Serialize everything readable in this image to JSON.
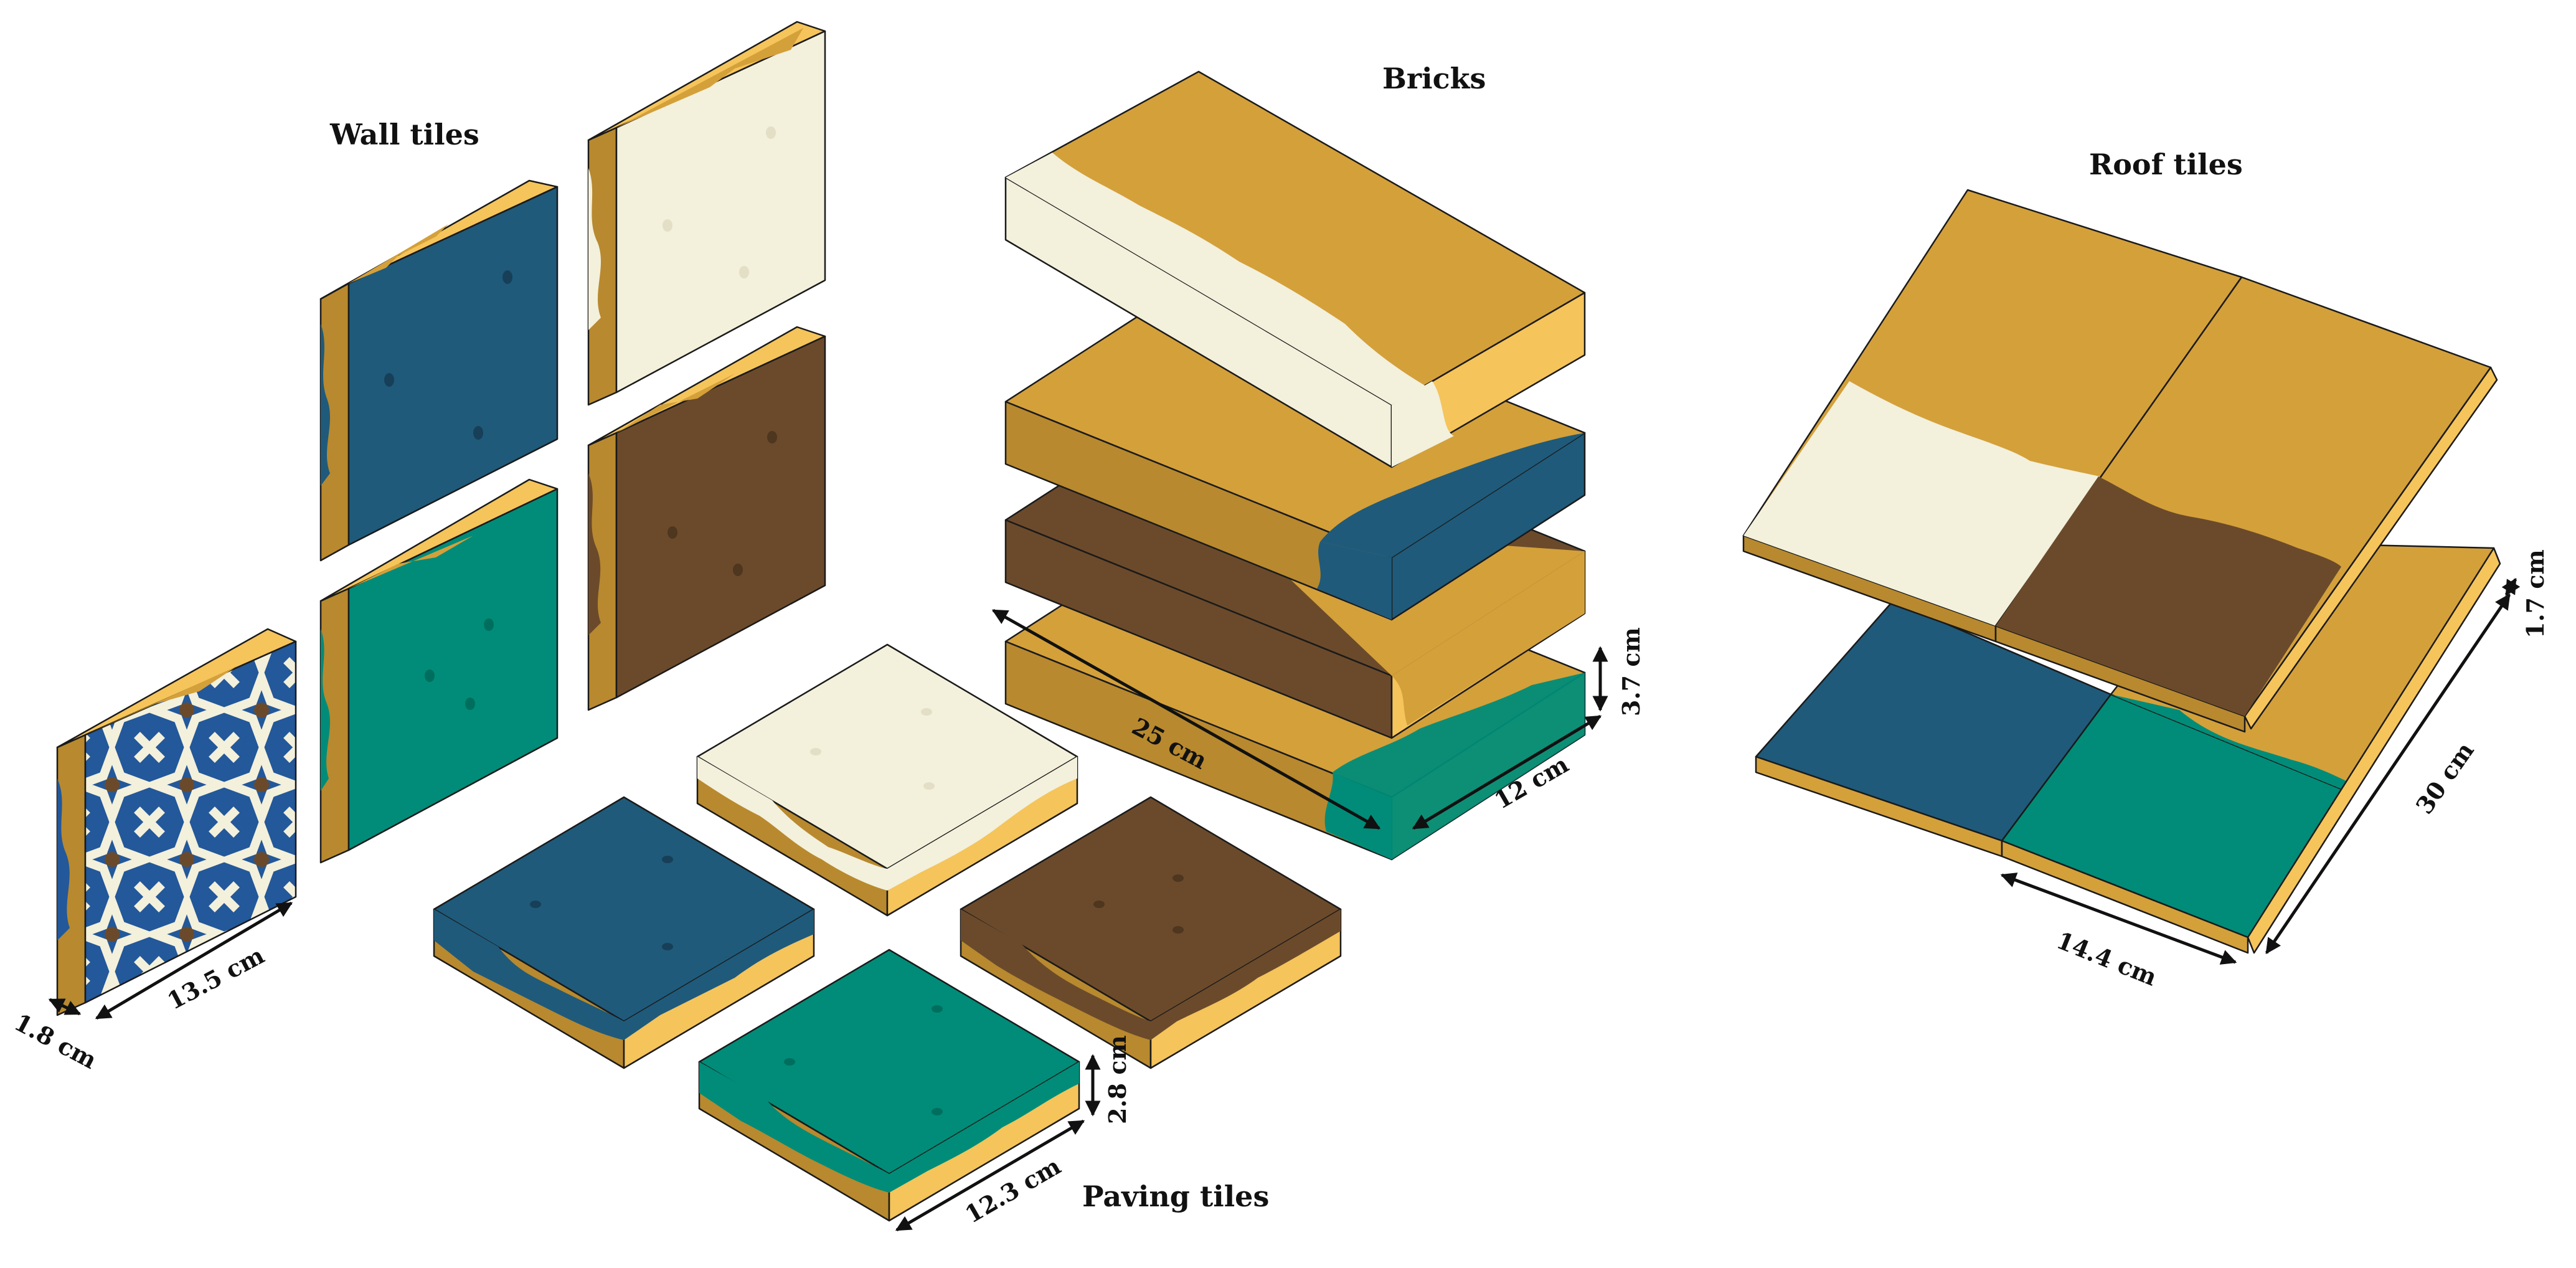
{
  "titles": {
    "wall": "Wall tiles",
    "bricks": "Bricks",
    "roof": "Roof tiles",
    "paving": "Paving tiles"
  },
  "dimensions": {
    "wall_width": "13.5 cm",
    "wall_thickness": "1.8 cm",
    "brick_length": "25 cm",
    "brick_width": "12 cm",
    "brick_height": "3.7 cm",
    "paving_width": "12.3 cm",
    "paving_height": "2.8 cm",
    "roof_length": "30 cm",
    "roof_width": "14.4 cm",
    "roof_thickness": "1.7 cm"
  },
  "colors": {
    "ochre": "#D4A03A",
    "ochre_dark": "#B8892E",
    "ochre_light": "#F5C45A",
    "cream": "#F3F0DC",
    "blue": "#1F5A7A",
    "brown": "#6B4A2B",
    "green": "#008C78",
    "pattern_blue": "#23589A"
  }
}
